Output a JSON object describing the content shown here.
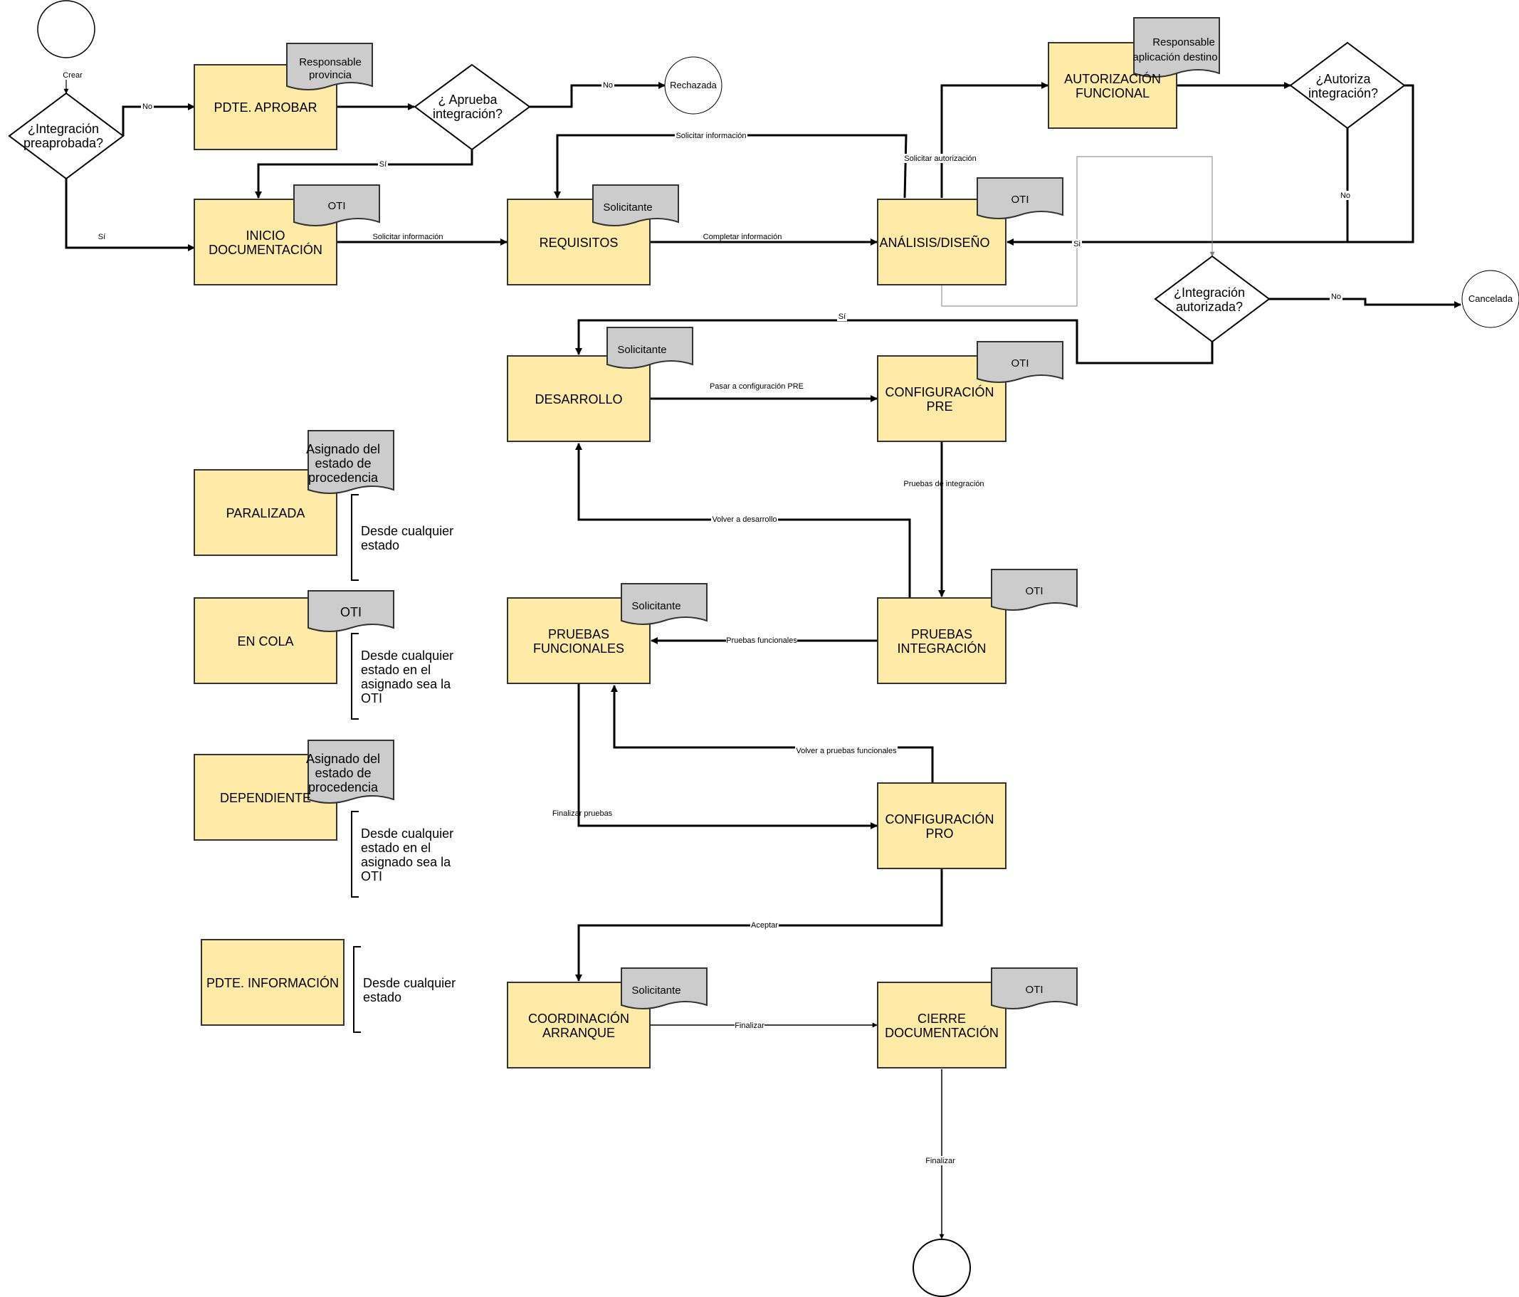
{
  "states": {
    "pdte_aprobar": "PDTE. APROBAR",
    "inicio_documentacion": [
      "INICIO",
      "DOCUMENTACIÓN"
    ],
    "requisitos": "REQUISITOS",
    "analisis_diseno": "ANÁLISIS/DISEÑO",
    "autorizacion_funcional": [
      "AUTORIZACIÓN",
      "FUNCIONAL"
    ],
    "desarrollo": "DESARROLLO",
    "configuracion_pre": [
      "CONFIGURACIÓN",
      "PRE"
    ],
    "pruebas_funcionales": [
      "PRUEBAS",
      "FUNCIONALES"
    ],
    "pruebas_integracion": [
      "PRUEBAS",
      "INTEGRACIÓN"
    ],
    "configuracion_pro": [
      "CONFIGURACIÓN",
      "PRO"
    ],
    "coordinacion_arranque": [
      "COORDINACIÓN",
      "ARRANQUE"
    ],
    "cierre_documentacion": [
      "CIERRE",
      "DOCUMENTACIÓN"
    ],
    "paralizada": "PARALIZADA",
    "en_cola": "EN COLA",
    "dependiente": "DEPENDIENTE",
    "pdte_informacion": "PDTE. INFORMACIÓN"
  },
  "roles": {
    "responsable_provincia": [
      "Responsable",
      "provincia"
    ],
    "oti": "OTI",
    "solicitante": "Solicitante",
    "responsable_aplicacion_destino": [
      "Responsable",
      "aplicación destino"
    ],
    "asignado_estado_procedencia": [
      "Asignado del",
      "estado de",
      "procedencia"
    ]
  },
  "decisions": {
    "integracion_preaprobada": [
      "¿Integración",
      "preaprobada?"
    ],
    "aprueba_integracion": [
      "¿ Aprueba",
      "integración?"
    ],
    "autoriza_integracion": [
      "¿Autoriza",
      "integración?"
    ],
    "integracion_autorizada": [
      "¿Integración",
      "autorizada?"
    ]
  },
  "terminals": {
    "rechazada": "Rechazada",
    "cancelada": "Cancelada"
  },
  "edge_labels": {
    "crear": "Crear",
    "no": "No",
    "si_accent": "Sí",
    "si": "Si",
    "solicitar_informacion": "Solicitar información",
    "completar_informacion": "Completar información",
    "solicitar_autorizacion": "Solicitar autorización",
    "pasar_configuracion_pre": "Pasar a configuración PRE",
    "pruebas_de_integracion": "Pruebas de integración",
    "volver_a_desarrollo": "Volver a desarrollo",
    "pruebas_funcionales": "Pruebas funcionales",
    "volver_a_pruebas_funcionales": "Volver a pruebas funcionales",
    "finalizar_pruebas": "Finalizar pruebas",
    "aceptar": "Aceptar",
    "finalizar": "Finalizar"
  },
  "notes": {
    "desde_cualquier_estado": [
      "Desde cualquier",
      "estado"
    ],
    "desde_cualquier_estado_oti": [
      "Desde cualquier",
      "estado en el",
      "asignado sea la",
      "OTI"
    ]
  },
  "colors": {
    "state_fill": "#FFEAA7",
    "role_fill": "#CCCCCC",
    "stroke": "#333333",
    "line": "#000000",
    "thin_line": "#808080"
  }
}
